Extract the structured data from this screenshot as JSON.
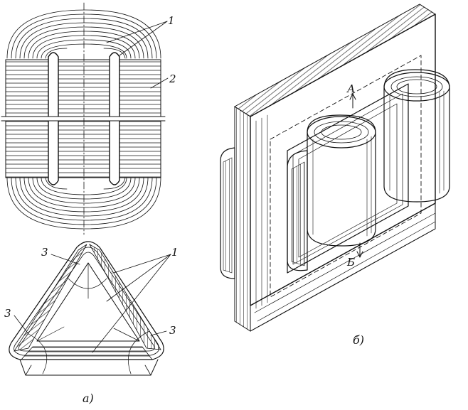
{
  "labels": {
    "winding_1": "1",
    "core_2": "2",
    "tri_3_top": "3",
    "tri_1": "1",
    "tri_3_left": "3",
    "tri_3_right": "3",
    "point_a": "А",
    "point_b": "Б"
  },
  "captions": {
    "left": "а)",
    "right": "б)"
  }
}
